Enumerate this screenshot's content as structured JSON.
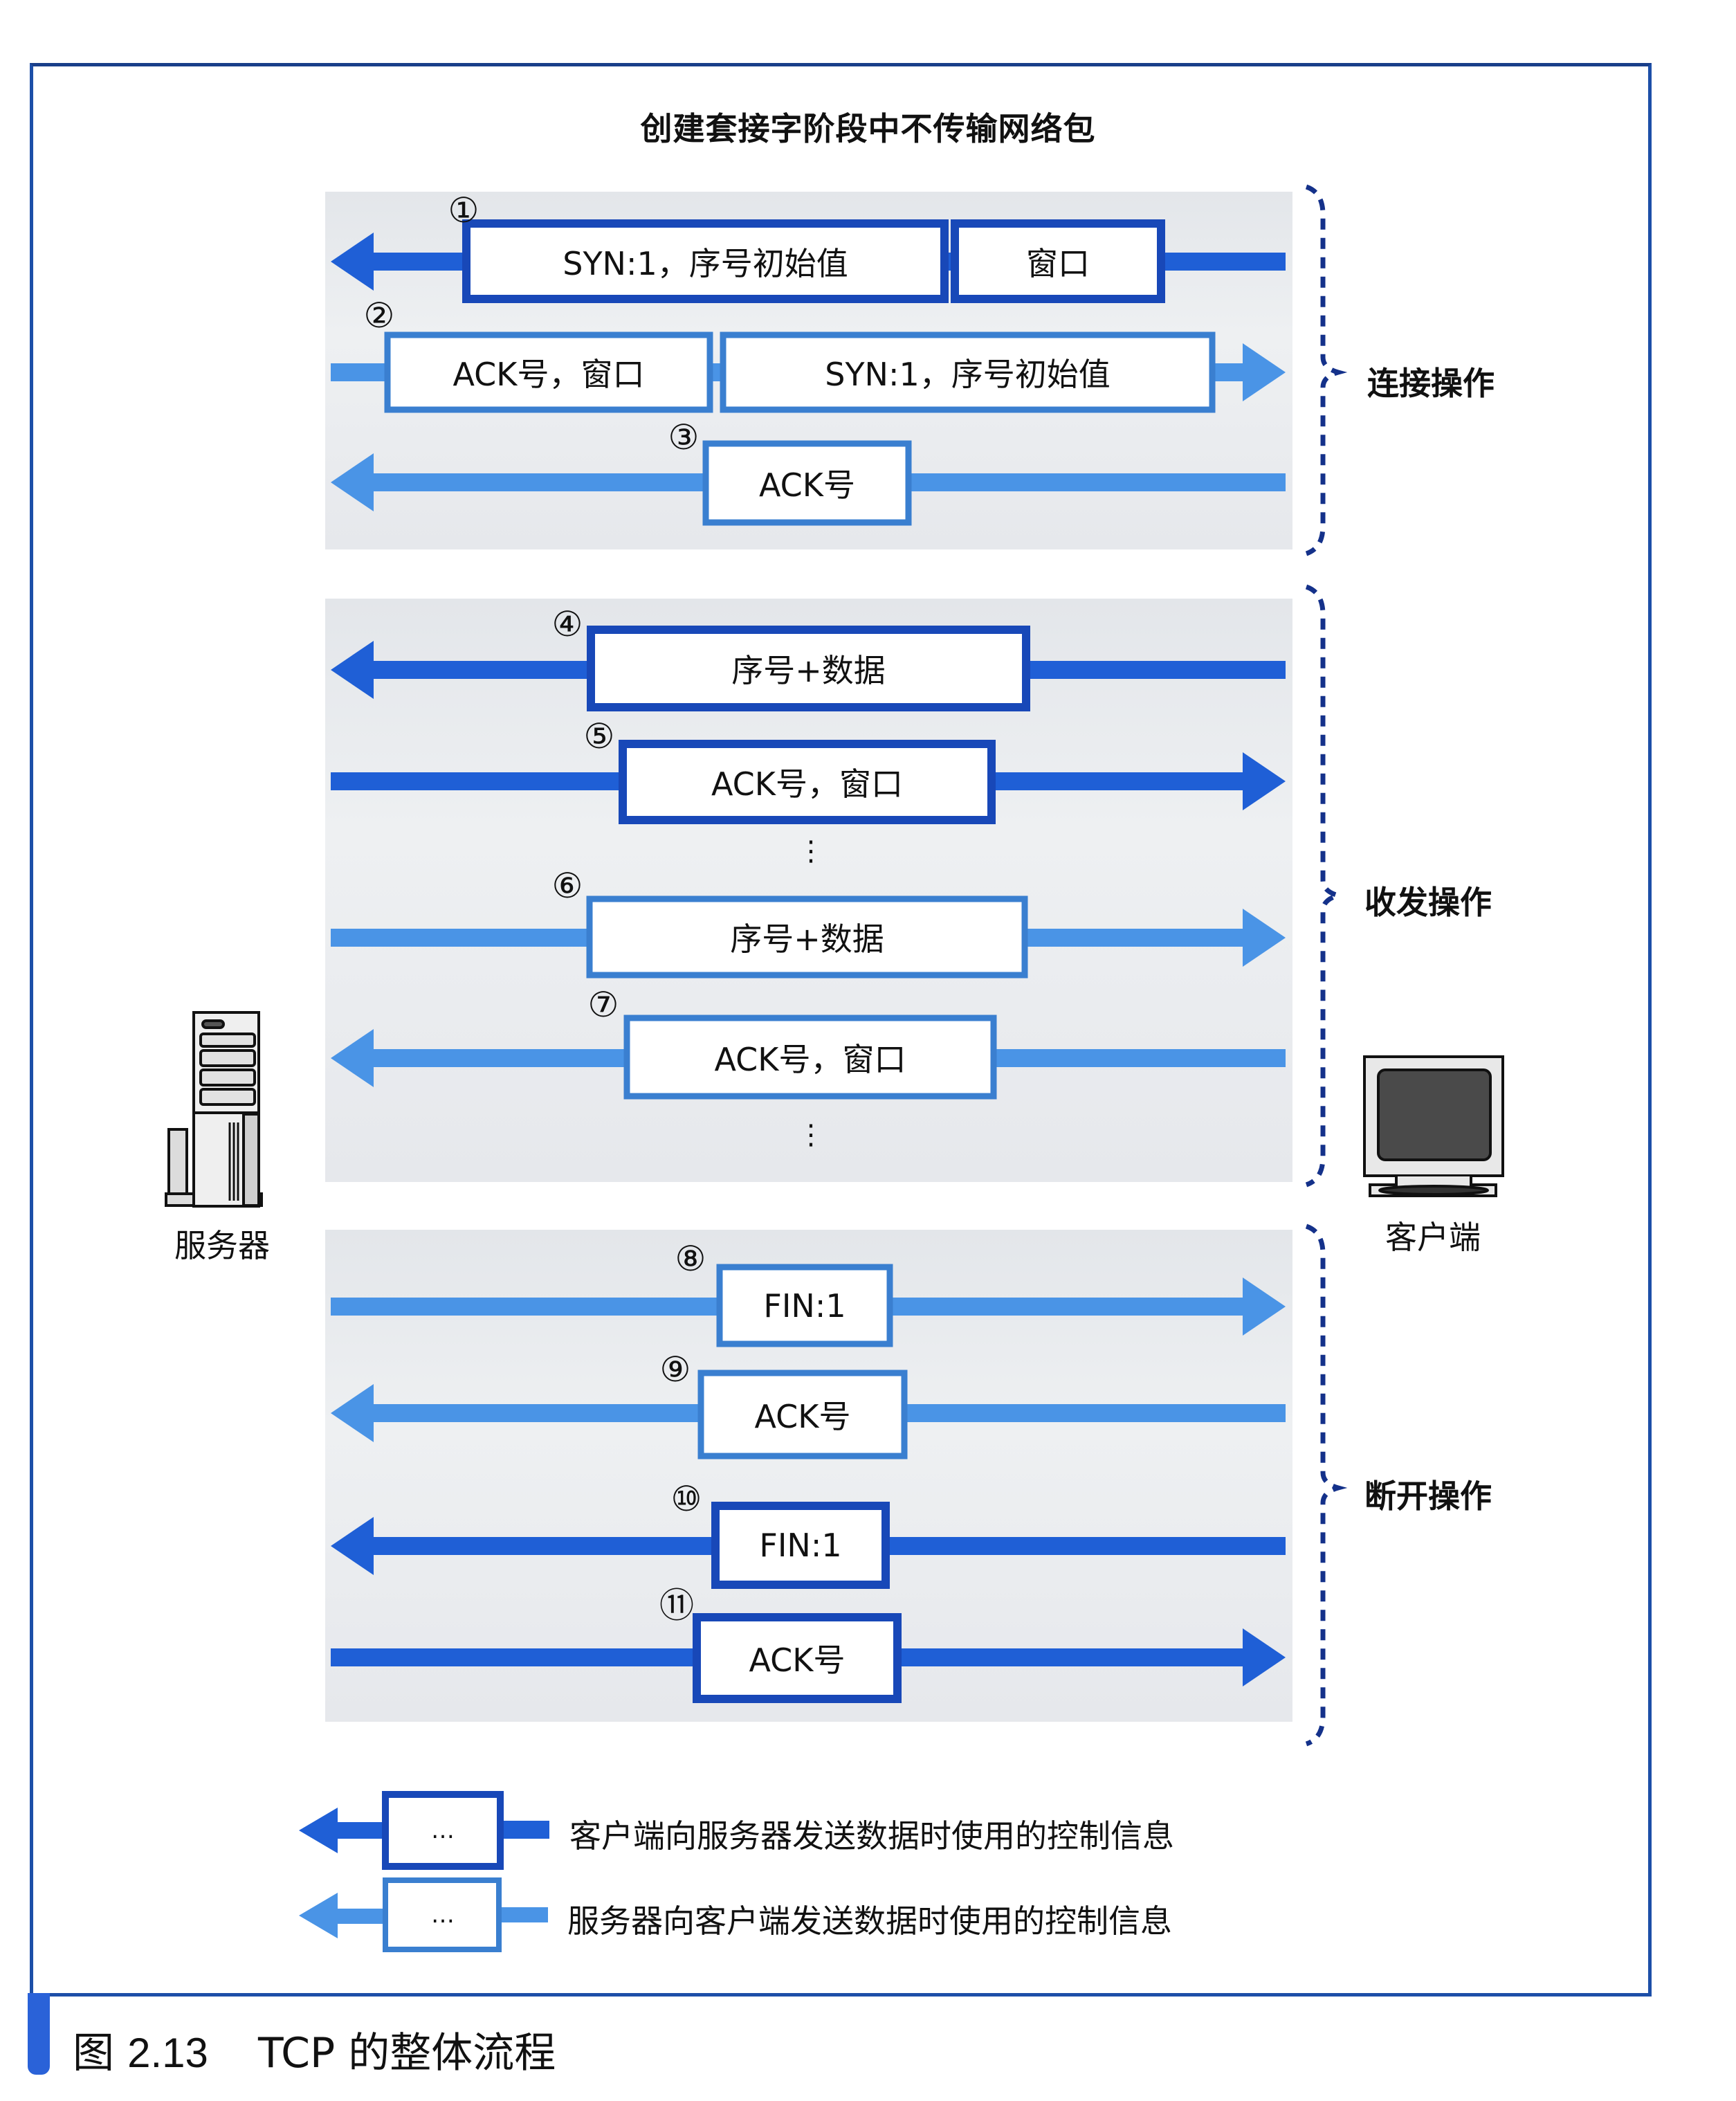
{
  "diagram": {
    "top_note": "创建套接字阶段中不传输网络包",
    "devices": {
      "server": {
        "label": "服务器",
        "icon": "server-tower-icon"
      },
      "client": {
        "label": "客户端",
        "icon": "monitor-icon"
      }
    },
    "phases": [
      {
        "id": "connect",
        "label": "连接操作"
      },
      {
        "id": "transfer",
        "label": "收发操作"
      },
      {
        "id": "disconnect",
        "label": "断开操作"
      }
    ],
    "messages": [
      {
        "step": "①",
        "phase": "connect",
        "direction": "to-server",
        "sender": "client",
        "segments": [
          "SYN:1，序号初始值",
          "窗口"
        ]
      },
      {
        "step": "②",
        "phase": "connect",
        "direction": "to-client",
        "sender": "server",
        "segments": [
          "ACK号，窗口",
          "SYN:1，序号初始值"
        ]
      },
      {
        "step": "③",
        "phase": "connect",
        "direction": "to-server",
        "sender": "server",
        "segments": [
          "ACK号"
        ]
      },
      {
        "step": "④",
        "phase": "transfer",
        "direction": "to-server",
        "sender": "client",
        "segments": [
          "序号+数据"
        ]
      },
      {
        "step": "⑤",
        "phase": "transfer",
        "direction": "to-client",
        "sender": "client",
        "segments": [
          "ACK号，窗口"
        ]
      },
      {
        "step": "⑥",
        "phase": "transfer",
        "direction": "to-client",
        "sender": "server",
        "segments": [
          "序号+数据"
        ]
      },
      {
        "step": "⑦",
        "phase": "transfer",
        "direction": "to-server",
        "sender": "server",
        "segments": [
          "ACK号，窗口"
        ]
      },
      {
        "step": "⑧",
        "phase": "disconnect",
        "direction": "to-client",
        "sender": "server",
        "segments": [
          "FIN:1"
        ]
      },
      {
        "step": "⑨",
        "phase": "disconnect",
        "direction": "to-server",
        "sender": "server",
        "segments": [
          "ACK号"
        ]
      },
      {
        "step": "⑩",
        "phase": "disconnect",
        "direction": "to-server",
        "sender": "client",
        "segments": [
          "FIN:1"
        ]
      },
      {
        "step": "⑪",
        "phase": "disconnect",
        "direction": "to-client",
        "sender": "client",
        "segments": [
          "ACK号"
        ]
      }
    ],
    "continuation": "⋮",
    "legend": [
      {
        "style": "dark",
        "box_text": "…",
        "text": "客户端向服务器发送数据时使用的控制信息"
      },
      {
        "style": "light",
        "box_text": "…",
        "text": "服务器向客户端发送数据时使用的控制信息"
      }
    ],
    "colors": {
      "dark_blue": "#1f5fd6",
      "dark_blue_border": "#1848b8",
      "light_blue": "#4a94e6",
      "light_blue_border": "#3a7fd0",
      "bracket": "#14318a",
      "frame": "#1d4fa8"
    }
  },
  "caption": {
    "prefix": "图",
    "number": "2.13",
    "text": "TCP 的整体流程"
  }
}
